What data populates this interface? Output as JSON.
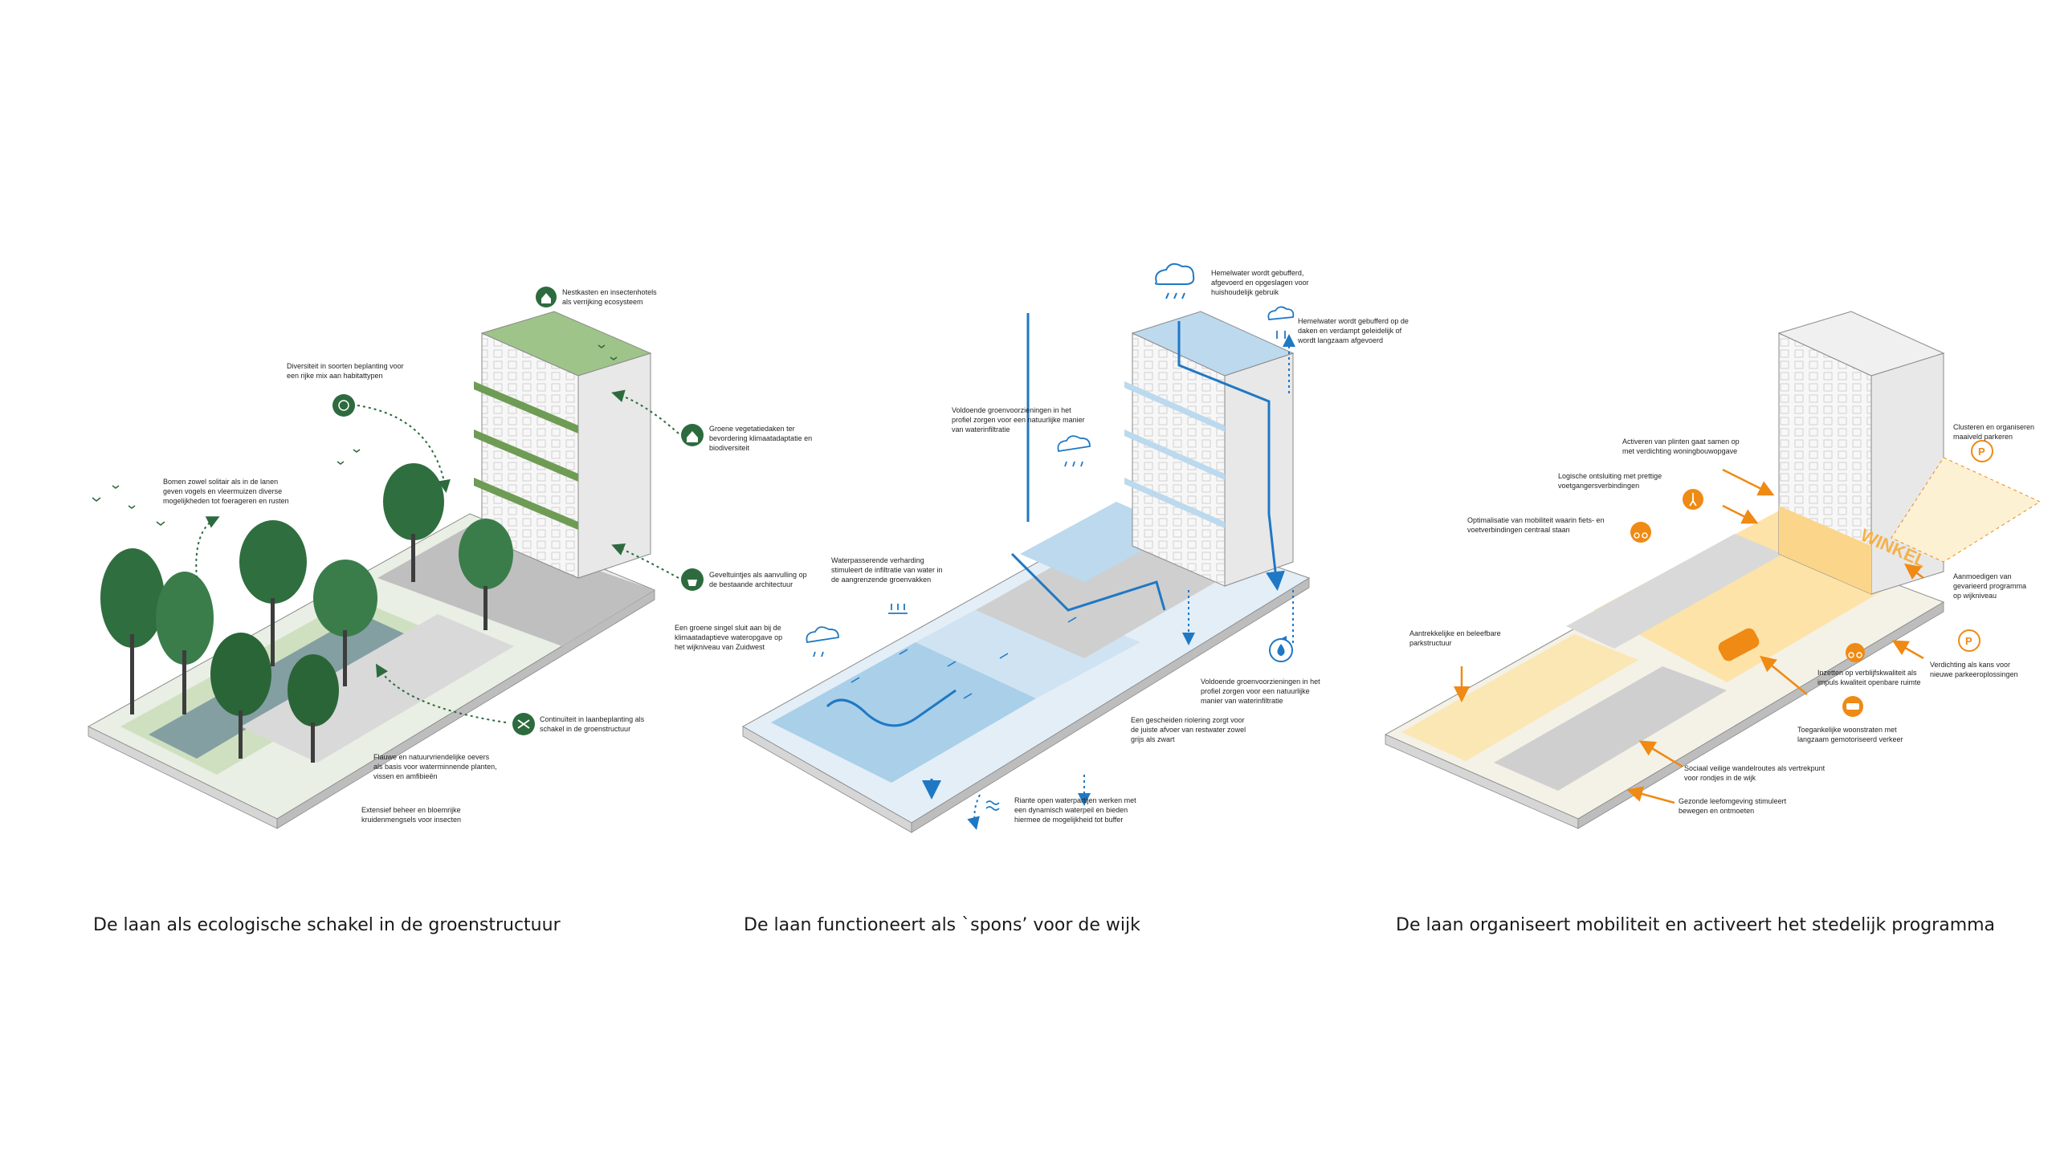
{
  "colors": {
    "green": "#2d6b3e",
    "green_light": "#cfe0c0",
    "blue": "#1f78c4",
    "blue_light": "#bcd9ee",
    "orange": "#ef8a14",
    "orange_light": "#fde8b8",
    "pavement": "#cfcfcf",
    "building": "#f4f4f4"
  },
  "panels": [
    {
      "caption": "De laan als ecologische schakel in de groenstructuur",
      "theme": "ecology",
      "annotations": [
        {
          "id": "nestkasten",
          "icon": "birdhouse-icon",
          "lines": [
            "Nestkasten en insectenhotels",
            "als verrijking ecosysteem"
          ]
        },
        {
          "id": "diversiteit",
          "icon": "flower-icon",
          "lines": [
            "Diversiteit in soorten beplanting voor",
            "een rijke mix aan habitattypen"
          ]
        },
        {
          "id": "groene-daken",
          "icon": "house-leaf-icon",
          "lines": [
            "Groene vegetatiedaken ter",
            "bevordering klimaatadaptatie en",
            "biodiversiteit"
          ]
        },
        {
          "id": "bomen",
          "icon": "",
          "lines": [
            "Bomen zowel solitair als in de lanen",
            "geven vogels en vleermuizen diverse",
            "mogelijkheden tot foerageren en rusten"
          ]
        },
        {
          "id": "geveltuintjes",
          "icon": "plant-pot-icon",
          "lines": [
            "Geveltuintjes als aanvulling op",
            "de bestaande architectuur"
          ]
        },
        {
          "id": "continuiteit",
          "icon": "shuffle-icon",
          "lines": [
            "Continuïteit in laanbeplanting als",
            "schakel in de groenstructuur"
          ]
        },
        {
          "id": "oevers",
          "icon": "",
          "lines": [
            "Flauwe en natuurvriendelijke oevers",
            "als basis voor waterminnende planten,",
            "vissen en amfibieën"
          ]
        },
        {
          "id": "extensief",
          "icon": "",
          "lines": [
            "Extensief beheer en bloemrijke",
            "kruidenmengsels voor insecten"
          ]
        }
      ]
    },
    {
      "caption": "De laan functioneert als `spons’ voor de wijk",
      "theme": "water",
      "annotations": [
        {
          "id": "hemelwater-1",
          "icon": "rain-cloud-icon",
          "lines": [
            "Hemelwater wordt gebufferd,",
            "afgevoerd en opgeslagen voor",
            "huishoudelijk gebruik"
          ]
        },
        {
          "id": "hemelwater-2",
          "icon": "evaporation-icon",
          "lines": [
            "Hemelwater wordt gebufferd op de",
            "daken en verdampt geleidelijk of",
            "wordt langzaam afgevoerd"
          ]
        },
        {
          "id": "groenvoorzieningen-1",
          "icon": "rain-cloud-icon",
          "lines": [
            "Voldoende groenvoorzieningen in het",
            "profiel zorgen voor een natuurlijke manier",
            "van waterinfiltratie"
          ]
        },
        {
          "id": "waterpasserende",
          "icon": "infiltration-icon",
          "lines": [
            "Waterpasserende verharding",
            "stimuleert de infiltratie van water in",
            "de aangrenzende groenvakken"
          ]
        },
        {
          "id": "singel",
          "icon": "rain-cloud-icon",
          "lines": [
            "Een groene singel sluit aan bij de",
            "klimaatadaptieve wateropgave op",
            "het wijkniveau van Zuidwest"
          ]
        },
        {
          "id": "groenvoorzieningen-2",
          "icon": "water-drop-icon",
          "lines": [
            "Voldoende groenvoorzieningen in het",
            "profiel zorgen voor een natuurlijke",
            "manier van waterinfiltratie"
          ]
        },
        {
          "id": "riolering",
          "icon": "",
          "lines": [
            "Een gescheiden riolering zorgt voor",
            "de juiste afvoer van restwater zowel",
            "grijs als zwart"
          ]
        },
        {
          "id": "waterpartijen",
          "icon": "waves-icon",
          "lines": [
            "Riante open waterpartijen werken met",
            "een dynamisch waterpeil en bieden",
            "hiermee de mogelijkheid tot buffer"
          ]
        }
      ]
    },
    {
      "caption": "De laan organiseert mobiliteit en activeert het stedelijk programma",
      "theme": "mobility",
      "shop_sign": "WINKEL",
      "annotations": [
        {
          "id": "clusteren",
          "icon": "parking-icon",
          "lines": [
            "Clusteren en organiseren",
            "maaiveld parkeren"
          ]
        },
        {
          "id": "plinten",
          "icon": "",
          "lines": [
            "Activeren van plinten gaat samen op",
            "met verdichting woningbouwopgave"
          ]
        },
        {
          "id": "ontsluiting",
          "icon": "pedestrian-icon",
          "lines": [
            "Logische ontsluiting met prettige",
            "voetgangersverbindingen"
          ]
        },
        {
          "id": "optimalisatie",
          "icon": "bicycle-icon",
          "lines": [
            "Optimalisatie van mobiliteit waarin fiets- en",
            "voetverbindingen centraal staan"
          ]
        },
        {
          "id": "aanmoedigen",
          "icon": "",
          "lines": [
            "Aanmoedigen van",
            "gevarieerd programma",
            "op wijkniveau"
          ]
        },
        {
          "id": "parkstructuur",
          "icon": "",
          "lines": [
            "Aantrekkelijke en beleefbare",
            "parkstructuur"
          ]
        },
        {
          "id": "verdichting",
          "icon": "parking-icon",
          "lines": [
            "Verdichting als kans voor",
            "nieuwe parkeeroplossingen"
          ]
        },
        {
          "id": "inzetten",
          "icon": "bicycle-icon",
          "lines": [
            "Inzetten op verblijfskwaliteit als",
            "impuls kwaliteit openbare ruimte"
          ]
        },
        {
          "id": "toegankelijke",
          "icon": "car-icon",
          "lines": [
            "Toegankelijke woonstraten met",
            "langzaam gemotoriseerd verkeer"
          ]
        },
        {
          "id": "sociaal",
          "icon": "",
          "lines": [
            "Sociaal veilige wandelroutes als vertrekpunt",
            "voor rondjes in de wijk"
          ]
        },
        {
          "id": "gezonde",
          "icon": "",
          "lines": [
            "Gezonde leefomgeving stimuleert",
            "bewegen en ontmoeten"
          ]
        }
      ]
    }
  ]
}
